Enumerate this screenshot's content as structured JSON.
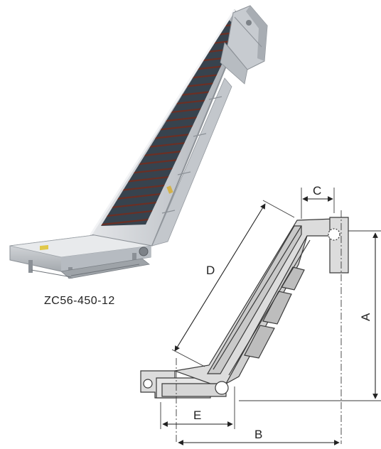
{
  "photo": {
    "model_label": "ZC56-450-12"
  },
  "drawing": {
    "dimensions": {
      "a": "A",
      "b": "B",
      "c": "C",
      "d": "D",
      "e": "E"
    }
  },
  "colors": {
    "frame": "#c9ccd0",
    "frame_shadow": "#9ea3a8",
    "belt": "#37434e",
    "belt_slat": "#6b2f24",
    "outline": "#3a3a3a",
    "drawing_fill": "#dcdcdc",
    "drawing_dark": "#b9b9b9"
  }
}
